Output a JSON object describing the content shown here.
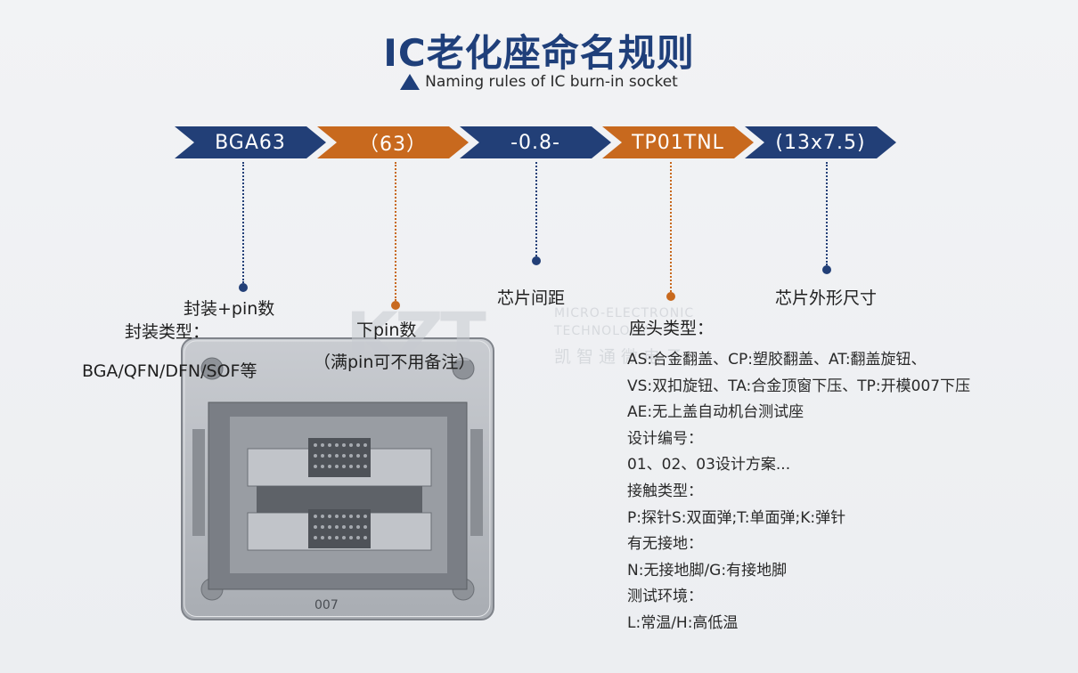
{
  "header": {
    "title": "IC老化座命名规则",
    "subtitle": "Naming rules of IC burn-in socket"
  },
  "segments": [
    "BGA63",
    "（63）",
    "-0.8-",
    "TP01TNL",
    "(13x7.5)"
  ],
  "labels": {
    "pkg_pin": "封装+pin数",
    "pkg_type_heading": "封装类型：",
    "pkg_type_values": "BGA/QFN/DFN/SOF等",
    "pin_count": "下pin数",
    "pin_note": "（满pin可不用备注）",
    "pitch": "芯片间距",
    "size": "芯片外形尺寸",
    "socket_type_heading": "座头类型："
  },
  "watermark": {
    "logo": "KZT",
    "line1": "MICRO-ELECTRONIC",
    "line2": "TECHNOLOGY",
    "line3": "凯智通微电子"
  },
  "details": [
    "AS:合金翻盖、CP:塑胶翻盖、AT:翻盖旋钮、",
    "VS:双扣旋钮、TA:合金顶窗下压、TP:开模007下压",
    "AE:无上盖自动机台测试座",
    "设计编号：",
    "01、02、03设计方案...",
    "接触类型：",
    "P:探针S:双面弹;T:单面弹;K:弹针",
    "有无接地：",
    "N:无接地脚/G:有接地脚",
    "测试环境：",
    "L:常温/H:高低温"
  ],
  "socket_marking": "007",
  "colors": {
    "blue": "#223f77",
    "orange": "#c8691e",
    "title": "#1f3f7a"
  }
}
